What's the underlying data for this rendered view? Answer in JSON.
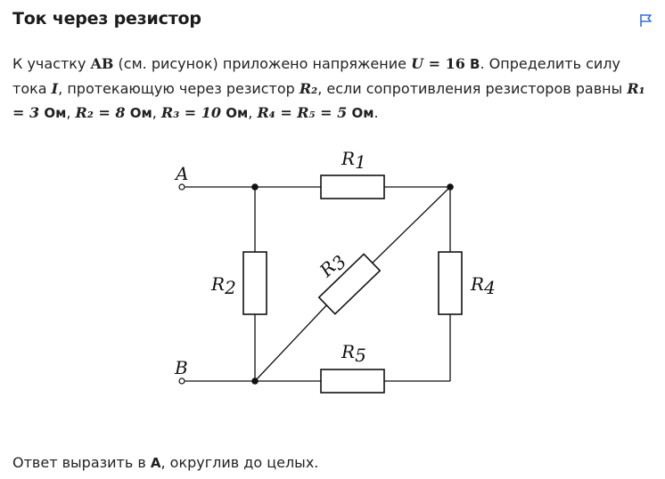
{
  "header": {
    "title": "Ток через резистор"
  },
  "problem": {
    "p1": "К участку ",
    "ab": "AB",
    "p2": " (см. рисунок) приложено напряжение ",
    "u_sym": "U",
    "eq": " = ",
    "u_val": "16",
    "u_unit": " В",
    "p3": ". Определить силу тока ",
    "i_sym": "I",
    "p4": ", протекающую через резистор ",
    "r2_sym": "R₂",
    "p5": ", если сопротивления резисторов равны ",
    "r1_expr": "R₁ = 3",
    "ohm1": " Ом",
    "comma1": ", ",
    "r2_expr": "R₂ = 8",
    "ohm2": " Ом",
    "comma2": ", ",
    "r3_expr": "R₃ = 10",
    "ohm3": " Ом",
    "comma3": ", ",
    "r45_expr": "R₄ = R₅ = 5",
    "ohm45": " Ом",
    "end": "."
  },
  "circuit": {
    "node_a": "A",
    "node_b": "B",
    "r1": "R",
    "r1_sub": "1",
    "r2": "R",
    "r2_sub": "2",
    "r3": "R",
    "r3_sub": "3",
    "r4": "R",
    "r4_sub": "4",
    "r5": "R",
    "r5_sub": "5"
  },
  "answer": {
    "p1": "Ответ выразить в ",
    "unit": "А",
    "p2": ", округлив до целых."
  },
  "icons": {
    "flag": "flag-icon"
  },
  "colors": {
    "text": "#222222",
    "accent": "#3b6fd8"
  }
}
